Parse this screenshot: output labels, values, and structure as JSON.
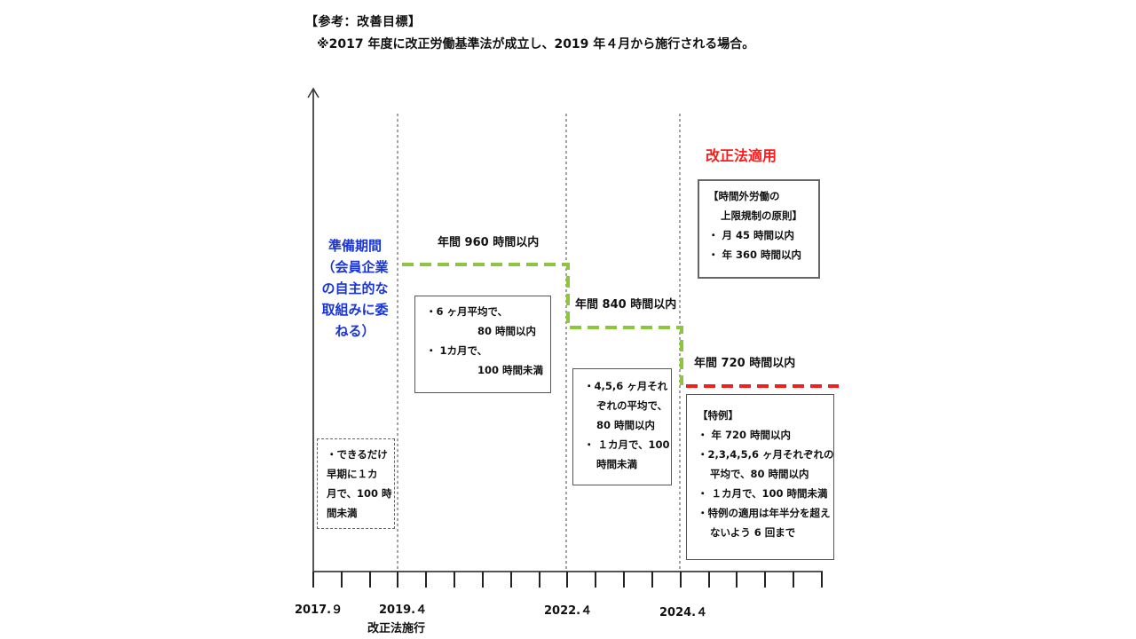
{
  "header": {
    "title": "【参考：改善目標】",
    "note": "※2017 年度に改正労働基準法が成立し、2019 年４月から施行される場合。"
  },
  "prep_period": {
    "lines": [
      "準備期間",
      "（会員企業",
      "の自主的な",
      "取組みに委",
      "ねる）"
    ],
    "color": "#1a35d6"
  },
  "applied_label": {
    "text": "改正法適用",
    "color": "#ff1a1a"
  },
  "annual_limits": [
    {
      "label": "年間 960 時間以内",
      "period": "2019.4–2022.4",
      "line_color": "#8cc63f"
    },
    {
      "label": "年間 840 時間以内",
      "period": "2022.4–2024.4",
      "line_color": "#8cc63f"
    },
    {
      "label": "年間 720 時間以内",
      "period": "2024.4–",
      "line_color": "#ff1a1a"
    }
  ],
  "boxes": {
    "early": [
      "・できるだけ",
      "早期に１カ",
      "月で、100 時",
      "間未満"
    ],
    "phase1": [
      "・6 ヶ月平均で、",
      "80 時間以内",
      "・ 1カ月で、",
      "100 時間未満"
    ],
    "phase2": [
      "・4,5,6 ヶ月それ",
      "ぞれの平均で、",
      "80 時間以内",
      "・ １カ月で、100",
      "時間未満"
    ],
    "principle": [
      "【時間外労働の",
      "上限規制の原則】",
      "・ 月 45 時間以内",
      "・ 年 360 時間以内"
    ],
    "exception": [
      "【特例】",
      "・ 年 720 時間以内",
      "・2,3,4,5,6 ヶ月それぞれの",
      "平均で、80 時間以内",
      "・ １カ月で、100 時間未満",
      "・特例の適用は年半分を超え",
      "ないよう 6 回まで"
    ]
  },
  "axis": {
    "ticks": [
      {
        "label": "2017.９",
        "sub": ""
      },
      {
        "label": "2019.４",
        "sub": "改正法施行"
      },
      {
        "label": "2022.４",
        "sub": ""
      },
      {
        "label": "2024.４",
        "sub": ""
      }
    ]
  }
}
